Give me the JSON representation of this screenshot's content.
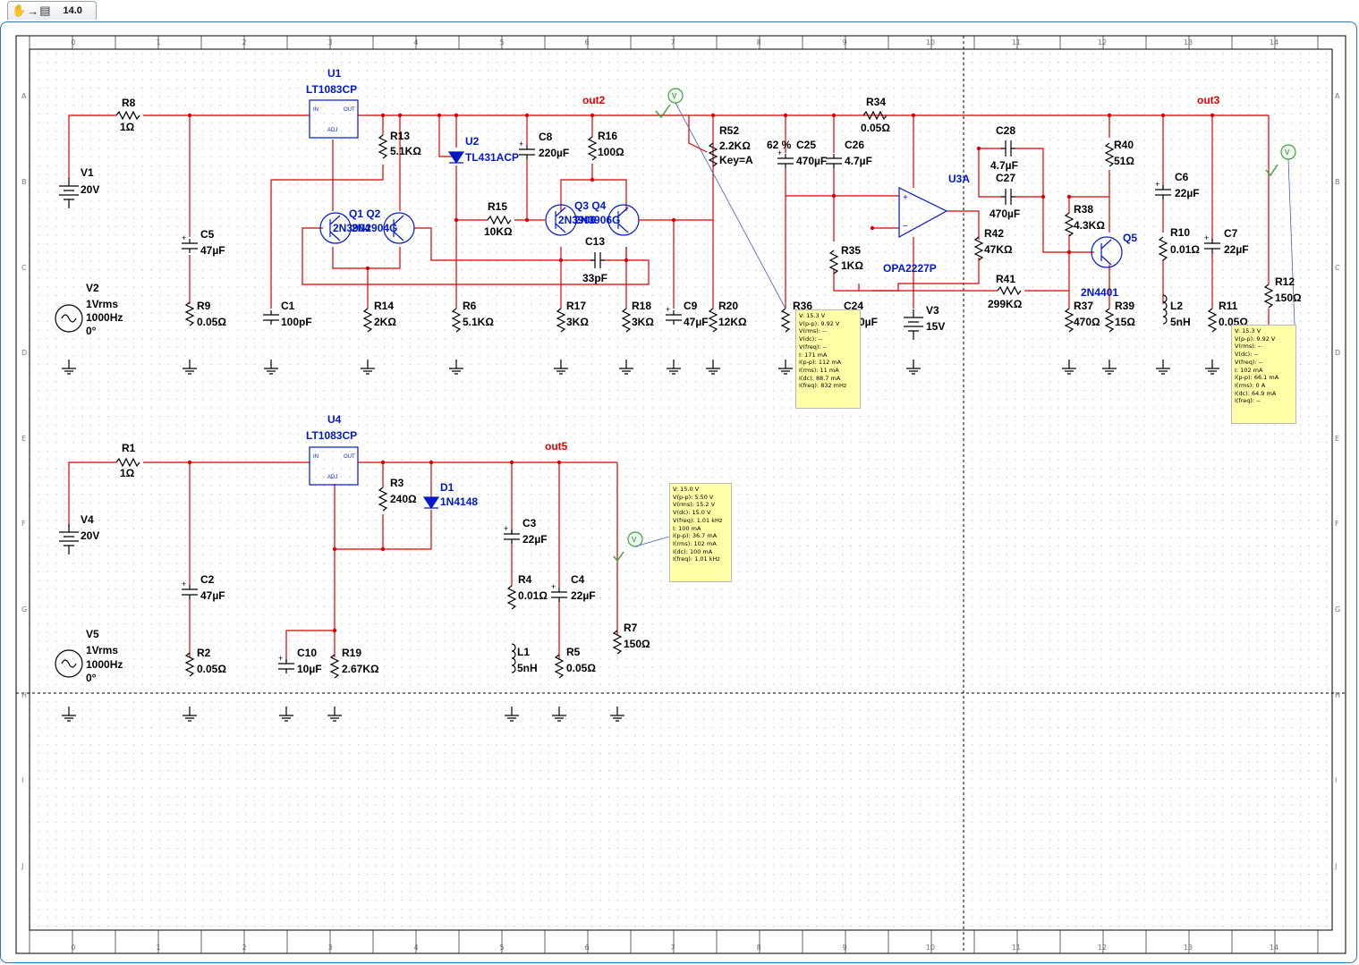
{
  "toolbar": {
    "hand_icon": "hand-icon",
    "arrow_icon": "arrow-icon",
    "sheet_icon": "sheet-icon",
    "version": "14.0"
  },
  "colors": {
    "wire": "#d80000",
    "component": "#000000",
    "label_blue": "#0018c8",
    "netlabel": "#e00000",
    "probe_bg": "#ffffa8",
    "grid": "#b0b0b0"
  },
  "ruler": {
    "cols": [
      "0",
      "1",
      "2",
      "3",
      "4",
      "5",
      "6",
      "7",
      "8",
      "9",
      "10",
      "11",
      "12",
      "13",
      "14"
    ],
    "rows": [
      "A",
      "B",
      "C",
      "D",
      "E",
      "F",
      "G",
      "H",
      "I",
      "J"
    ]
  },
  "nets": {
    "out2": "out2",
    "out3": "out3",
    "out5": "out5"
  },
  "components": {
    "U1": [
      "U1",
      "LT1083CP"
    ],
    "U4": [
      "U4",
      "LT1083CP"
    ],
    "U2": [
      "U2",
      "TL431ACP"
    ],
    "U3A": [
      "U3A",
      "OPA2227P"
    ],
    "D1": [
      "D1",
      "1N4148"
    ],
    "Q1Q2": [
      "Q1 Q2",
      "2N2904G",
      "2N3904"
    ],
    "Q3Q4": [
      "Q3 Q4",
      "2N3906G",
      "2N3906"
    ],
    "Q5": [
      "Q5",
      "2N4401"
    ],
    "R8": [
      "R8",
      "1Ω"
    ],
    "R1": [
      "R1",
      "1Ω"
    ],
    "R13": [
      "R13",
      "5.1KΩ"
    ],
    "R16": [
      "R16",
      "100Ω"
    ],
    "R15": [
      "R15",
      "10KΩ"
    ],
    "R52": [
      "R52",
      "2.2KΩ",
      "Key=A",
      "62 %"
    ],
    "R34": [
      "R34",
      "0.05Ω"
    ],
    "R40": [
      "R40",
      "51Ω"
    ],
    "R38": [
      "R38",
      "4.3KΩ"
    ],
    "R42": [
      "R42",
      "47KΩ"
    ],
    "R35": [
      "R35",
      "1KΩ"
    ],
    "R41": [
      "R41",
      "299KΩ"
    ],
    "R12": [
      "R12",
      "150Ω"
    ],
    "R10": [
      "R10",
      "0.01Ω"
    ],
    "R11": [
      "R11",
      "0.05Ω"
    ],
    "R9": [
      "R9",
      "0.05Ω"
    ],
    "R14": [
      "R14",
      "2KΩ"
    ],
    "R6": [
      "R6",
      "5.1KΩ"
    ],
    "R17": [
      "R17",
      "3KΩ"
    ],
    "R18": [
      "R18",
      "3KΩ"
    ],
    "R20": [
      "R20",
      "12KΩ"
    ],
    "R36": [
      "R36",
      ""
    ],
    "R37": [
      "R37",
      "470Ω"
    ],
    "R39": [
      "R39",
      "15Ω"
    ],
    "R3": [
      "R3",
      "240Ω"
    ],
    "R2": [
      "R2",
      "0.05Ω"
    ],
    "R19": [
      "R19",
      "2.67KΩ"
    ],
    "R4": [
      "R4",
      "0.01Ω"
    ],
    "R5": [
      "R5",
      "0.05Ω"
    ],
    "R7": [
      "R7",
      "150Ω"
    ],
    "C5": [
      "C5",
      "47µF"
    ],
    "C1": [
      "C1",
      "100pF"
    ],
    "C8": [
      "C8",
      "220µF"
    ],
    "C13": [
      "C13",
      "33pF"
    ],
    "C9": [
      "C9",
      "47µF"
    ],
    "C25": [
      "C25",
      "470µF"
    ],
    "C26": [
      "C26",
      "4.7µF"
    ],
    "C24": [
      "C24",
      "0µF"
    ],
    "C28": [
      "C28",
      "4.7µF"
    ],
    "C27": [
      "C27",
      "470µF"
    ],
    "C6": [
      "C6",
      "22µF"
    ],
    "C7": [
      "C7",
      "22µF"
    ],
    "C2": [
      "C2",
      "47µF"
    ],
    "C10": [
      "C10",
      "10µF"
    ],
    "C3": [
      "C3",
      "22µF"
    ],
    "C4": [
      "C4",
      "22µF"
    ],
    "L1": [
      "L1",
      "5nH"
    ],
    "L2": [
      "L2",
      "5nH"
    ],
    "V1": [
      "V1",
      "20V"
    ],
    "V4": [
      "V4",
      "20V"
    ],
    "V3": [
      "V3",
      "15V"
    ],
    "V2": [
      "V2",
      "1Vrms",
      "1000Hz",
      "0°"
    ],
    "V5": [
      "V5",
      "1Vrms",
      "1000Hz",
      "0°"
    ]
  },
  "probes": {
    "p1": [
      "V: 15.3 V",
      "V(p-p): 9.92 V",
      "V(rms): --",
      "V(dc): --",
      "V(freq): --",
      "I: 171 mA",
      "I(p-p): 112 mA",
      "I(rms): 11 mA",
      "I(dc): 88.7 mA",
      "I(freq): 832 mHz"
    ],
    "p2": [
      "V: 15.3 V",
      "V(p-p): 9.92 V",
      "V(rms): --",
      "V(dc): --",
      "V(freq): --",
      "I: 102 mA",
      "I(p-p): 66.1 mA",
      "I(rms): 0 A",
      "I(dc): 64.9 mA",
      "I(freq): --"
    ],
    "p3": [
      "V: 15.0 V",
      "V(p-p): 5.50 V",
      "V(rms): 15.2 V",
      "V(dc): 15.0 V",
      "V(freq): 1.01 kHz",
      "I: 100 mA",
      "I(p-p): 36.7 mA",
      "I(rms): 102 mA",
      "I(dc): 100 mA",
      "I(freq): 1.01 kHz"
    ]
  }
}
